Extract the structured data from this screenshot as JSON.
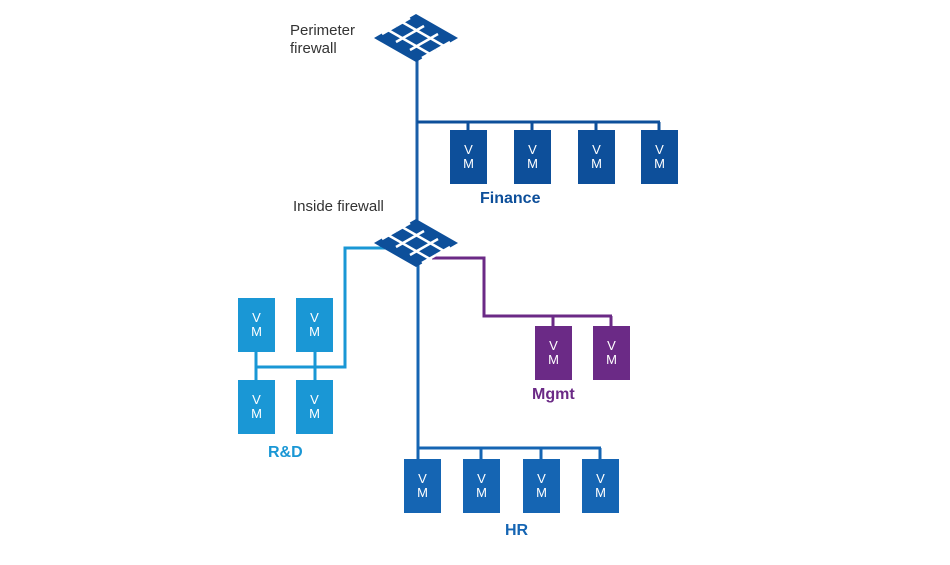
{
  "firewalls": {
    "perimeter": {
      "label_line1": "Perimeter",
      "label_line2": "firewall",
      "icon": "firewall-icon"
    },
    "inside": {
      "label": "Inside firewall",
      "icon": "firewall-icon"
    }
  },
  "vm_label": {
    "top": "V",
    "bottom": "M"
  },
  "groups": {
    "finance": {
      "label": "Finance",
      "color": "#0d4f9a",
      "vm_count": 4
    },
    "rnd": {
      "label": "R&D",
      "color": "#1a97d5",
      "vm_count": 4
    },
    "mgmt": {
      "label": "Mgmt",
      "color": "#6b2a86",
      "vm_count": 2
    },
    "hr": {
      "label": "HR",
      "color": "#1565b3",
      "vm_count": 4
    }
  },
  "colors": {
    "firewall": "#0d4f9a",
    "trunk": "#1a5ea8"
  }
}
